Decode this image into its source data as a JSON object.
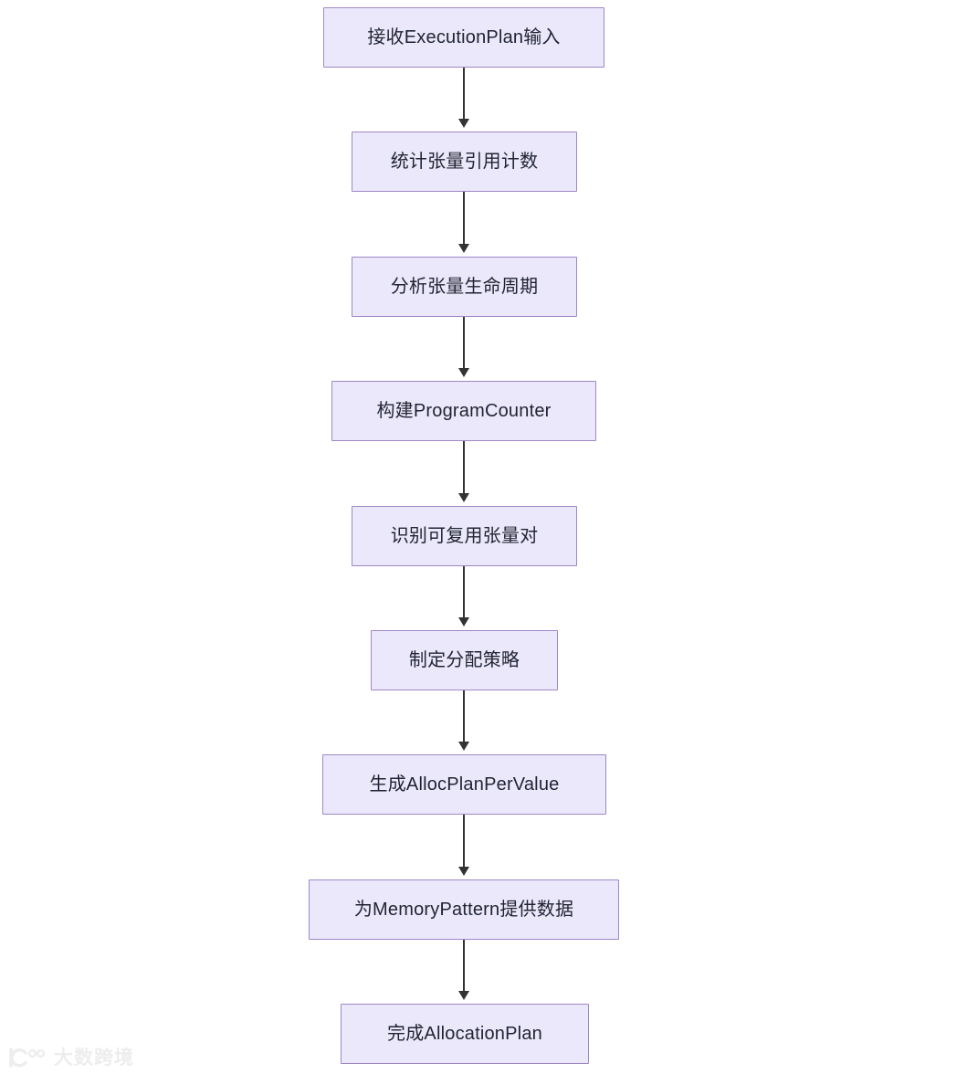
{
  "diagram": {
    "type": "flowchart",
    "orientation": "top-to-bottom",
    "background_color": "#ffffff",
    "node_fill_color": "#ece8fb",
    "node_border_color": "#9f87c5",
    "node_text_color": "#1f2430",
    "edge_color": "#333333",
    "nodes": [
      {
        "id": "n1",
        "label": "接收ExecutionPlan输入"
      },
      {
        "id": "n2",
        "label": "统计张量引用计数"
      },
      {
        "id": "n3",
        "label": "分析张量生命周期"
      },
      {
        "id": "n4",
        "label": "构建ProgramCounter"
      },
      {
        "id": "n5",
        "label": "识别可复用张量对"
      },
      {
        "id": "n6",
        "label": "制定分配策略"
      },
      {
        "id": "n7",
        "label": "生成AllocPlanPerValue"
      },
      {
        "id": "n8",
        "label": "为MemoryPattern提供数据"
      },
      {
        "id": "n9",
        "label": "完成AllocationPlan"
      }
    ],
    "edges": [
      {
        "from": "n1",
        "to": "n2"
      },
      {
        "from": "n2",
        "to": "n3"
      },
      {
        "from": "n3",
        "to": "n4"
      },
      {
        "from": "n4",
        "to": "n5"
      },
      {
        "from": "n5",
        "to": "n6"
      },
      {
        "from": "n6",
        "to": "n7"
      },
      {
        "from": "n7",
        "to": "n8"
      },
      {
        "from": "n8",
        "to": "n9"
      }
    ]
  },
  "watermark": {
    "text": "大数跨境",
    "logo_name": "ic-100-logo",
    "color": "#ededed"
  }
}
